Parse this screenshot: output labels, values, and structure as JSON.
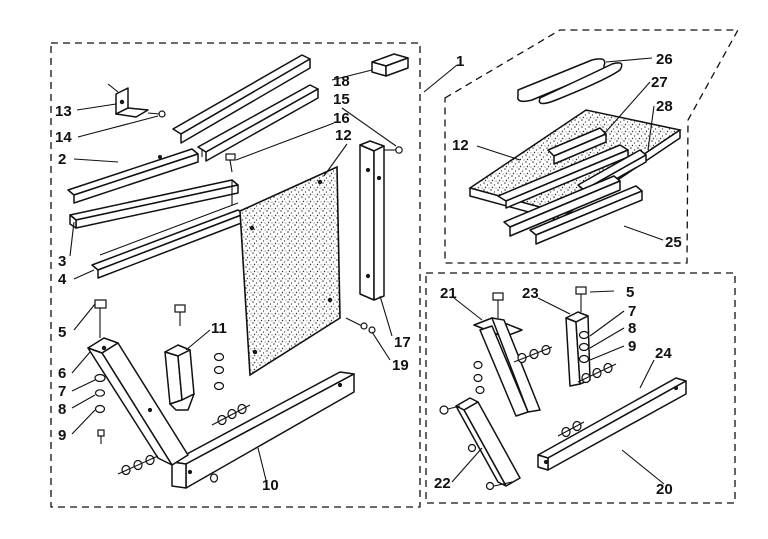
{
  "diagram": {
    "callouts": [
      {
        "id": "c1",
        "text": "1"
      },
      {
        "id": "c2",
        "text": "2"
      },
      {
        "id": "c3",
        "text": "3"
      },
      {
        "id": "c4",
        "text": "4"
      },
      {
        "id": "c5a",
        "text": "5"
      },
      {
        "id": "c5b",
        "text": "5"
      },
      {
        "id": "c6",
        "text": "6"
      },
      {
        "id": "c7a",
        "text": "7"
      },
      {
        "id": "c7b",
        "text": "7"
      },
      {
        "id": "c8a",
        "text": "8"
      },
      {
        "id": "c8b",
        "text": "8"
      },
      {
        "id": "c9a",
        "text": "9"
      },
      {
        "id": "c9b",
        "text": "9"
      },
      {
        "id": "c10",
        "text": "10"
      },
      {
        "id": "c11",
        "text": "11"
      },
      {
        "id": "c12a",
        "text": "12"
      },
      {
        "id": "c12b",
        "text": "12"
      },
      {
        "id": "c13",
        "text": "13"
      },
      {
        "id": "c14",
        "text": "14"
      },
      {
        "id": "c15",
        "text": "15"
      },
      {
        "id": "c16",
        "text": "16"
      },
      {
        "id": "c17",
        "text": "17"
      },
      {
        "id": "c18",
        "text": "18"
      },
      {
        "id": "c19",
        "text": "19"
      },
      {
        "id": "c20",
        "text": "20"
      },
      {
        "id": "c21",
        "text": "21"
      },
      {
        "id": "c22",
        "text": "22"
      },
      {
        "id": "c23",
        "text": "23"
      },
      {
        "id": "c24",
        "text": "24"
      },
      {
        "id": "c25",
        "text": "25"
      },
      {
        "id": "c26",
        "text": "26"
      },
      {
        "id": "c27",
        "text": "27"
      },
      {
        "id": "c28",
        "text": "28"
      }
    ]
  }
}
